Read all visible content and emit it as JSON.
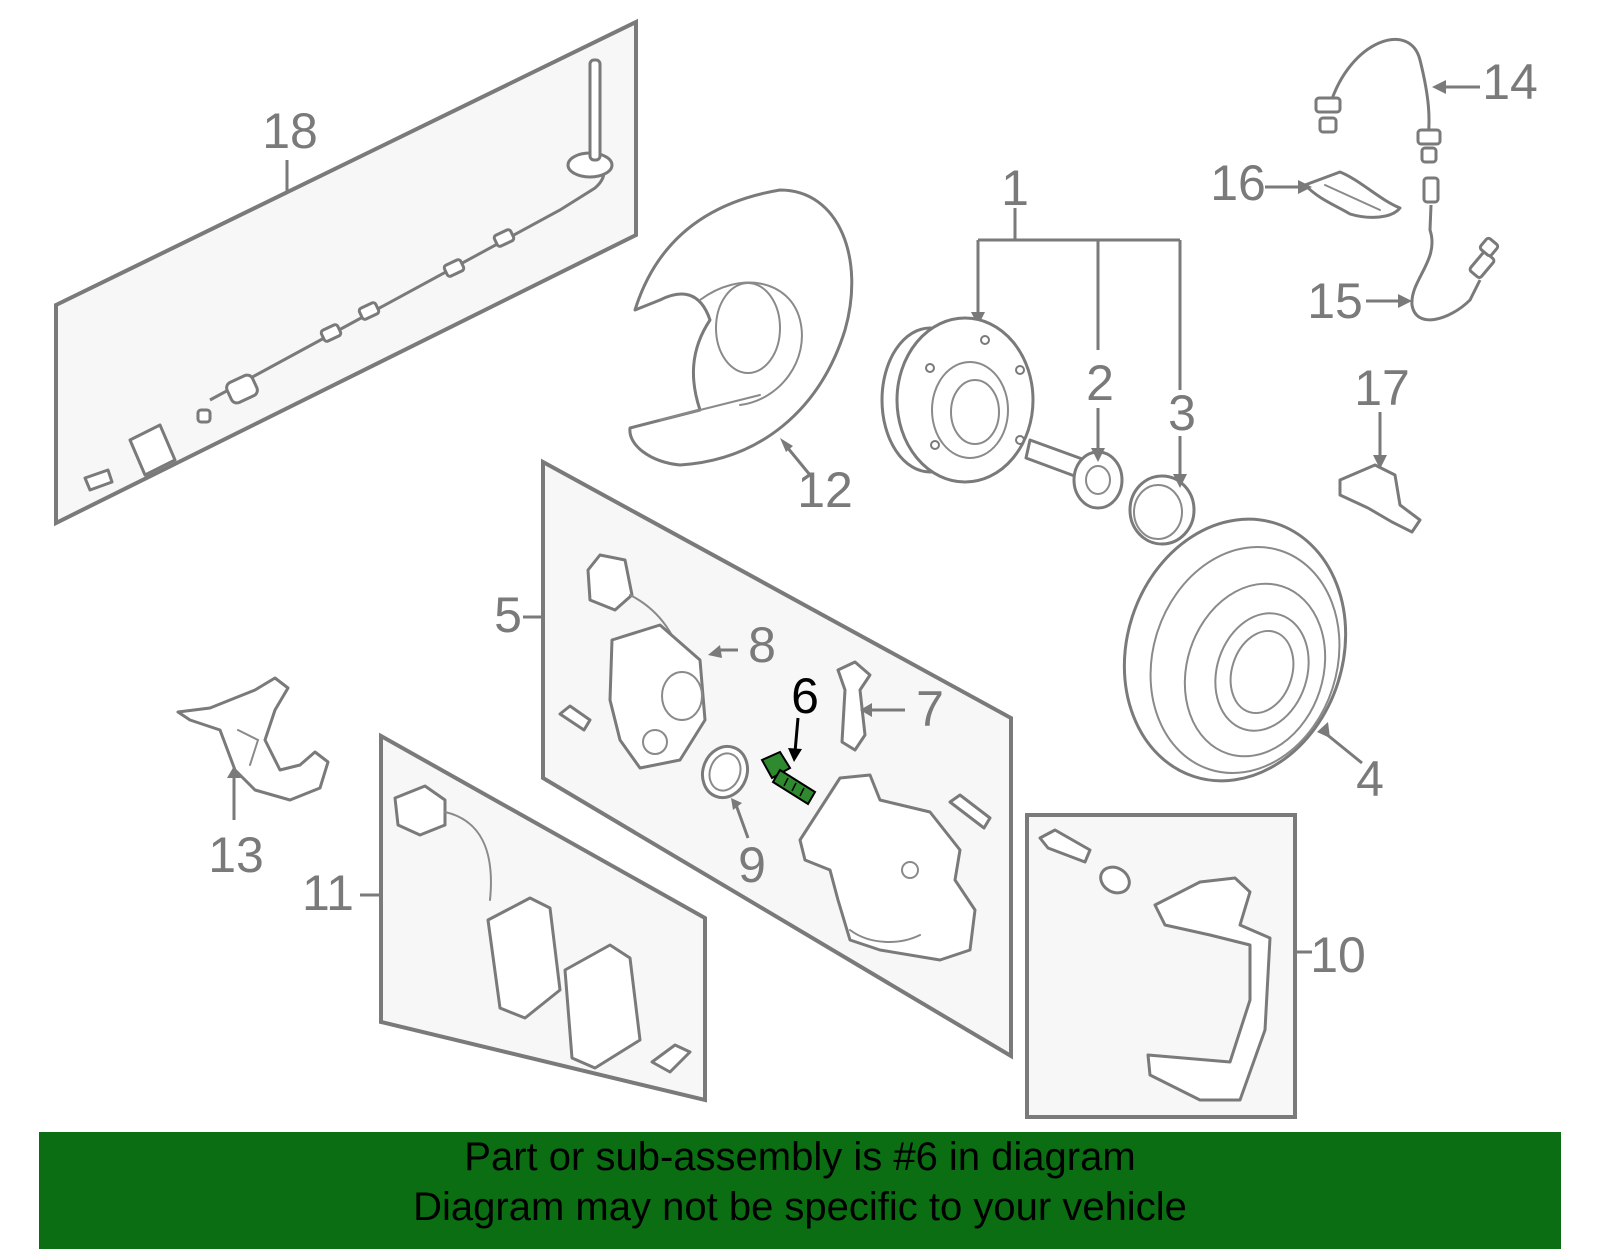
{
  "colors": {
    "line": "#7a7a7a",
    "highlight_part": "#2f8a2f",
    "banner_bg": "#0b6e12",
    "banner_text": "#000000"
  },
  "callouts": [
    "1",
    "2",
    "3",
    "4",
    "5",
    "6",
    "7",
    "8",
    "9",
    "10",
    "11",
    "12",
    "13",
    "14",
    "15",
    "16",
    "17",
    "18"
  ],
  "highlighted_callout": "6",
  "banner": {
    "line1": "Part or sub-assembly is #6 in diagram",
    "line2": "Diagram may not be specific to your vehicle"
  }
}
